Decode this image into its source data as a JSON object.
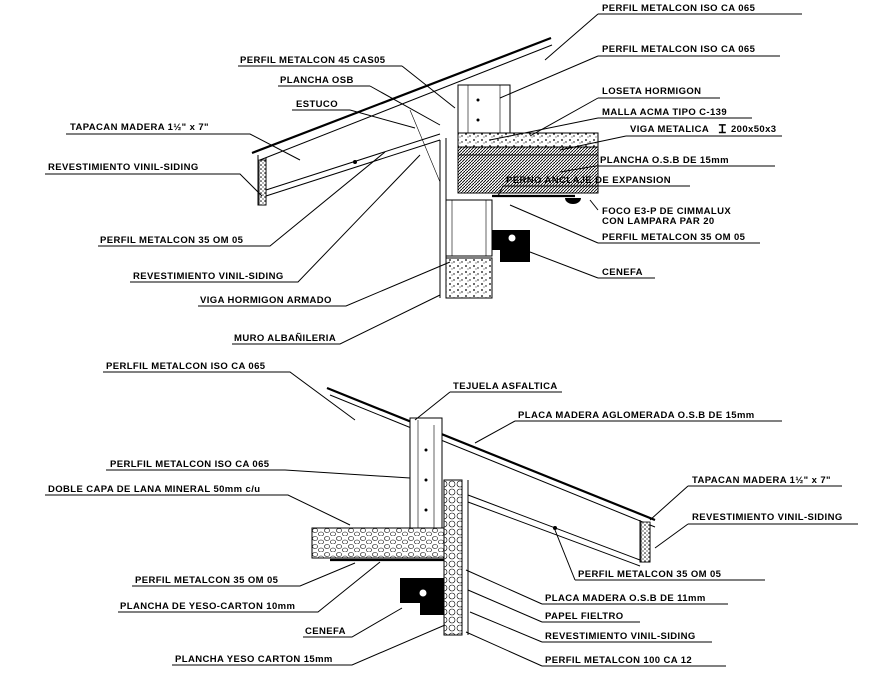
{
  "detail_top": {
    "labels": {
      "perfil_iso_ca_1": "PERFIL METALCON ISO CA 065",
      "perfil_iso_ca_2": "PERFIL METALCON ISO CA 065",
      "perfil_45": "PERFIL METALCON 45 CAS05",
      "plancha_osb": "PLANCHA OSB",
      "estuco": "ESTUCO",
      "loseta": "LOSETA HORMIGON",
      "malla": "MALLA ACMA TIPO C-139",
      "viga_metalica": "VIGA METALICA",
      "viga_metalica_dim": "200x50x3",
      "tapacan": "TAPACAN MADERA 1½\" x 7\"",
      "revestimiento_1": "REVESTIMIENTO VINIL-SIDING",
      "plancha_osb_15": "PLANCHA O.S.B DE 15mm",
      "perno": "PERNO ANCLAJE DE EXPANSION",
      "foco_1": "FOCO E3-P DE CIMMALUX",
      "foco_2": "CON LAMPARA PAR 20",
      "perfil_35": "PERFIL METALCON 35 OM 05",
      "perfil_35_b": "PERFIL METALCON 35 OM 05",
      "revestimiento_2": "REVESTIMIENTO VINIL-SIDING",
      "cenefa": "CENEFA",
      "viga_hormigon": "VIGA HORMIGON ARMADO",
      "muro": "MURO ALBAÑILERIA"
    }
  },
  "detail_bottom": {
    "labels": {
      "perfil_iso_top": "PERLFIL METALCON ISO CA 065",
      "tejuela": "TEJUELA ASFALTICA",
      "placa_aglomerada": "PLACA MADERA AGLOMERADA O.S.B DE 15mm",
      "perfil_iso_mid": "PERLFIL METALCON ISO CA 065",
      "doble_capa": "DOBLE CAPA DE LANA MINERAL 50mm c/u",
      "tapacan": "TAPACAN MADERA 1½\" x 7\"",
      "revestimiento_1": "REVESTIMIENTO VINIL-SIDING",
      "perfil_35_right": "PERFIL METALCON 35 OM 05",
      "perfil_35_left": "PERFIL METALCON 35 OM 05",
      "plancha_yeso_10": "PLANCHA DE YESO-CARTON 10mm",
      "placa_osb_11": "PLACA MADERA O.S.B DE 11mm",
      "cenefa": "CENEFA",
      "papel": "PAPEL FIELTRO",
      "revestimiento_2": "REVESTIMIENTO VINIL-SIDING",
      "plancha_yeso_15": "PLANCHA YESO CARTON 15mm",
      "perfil_100": "PERFIL METALCON 100 CA 12"
    }
  }
}
